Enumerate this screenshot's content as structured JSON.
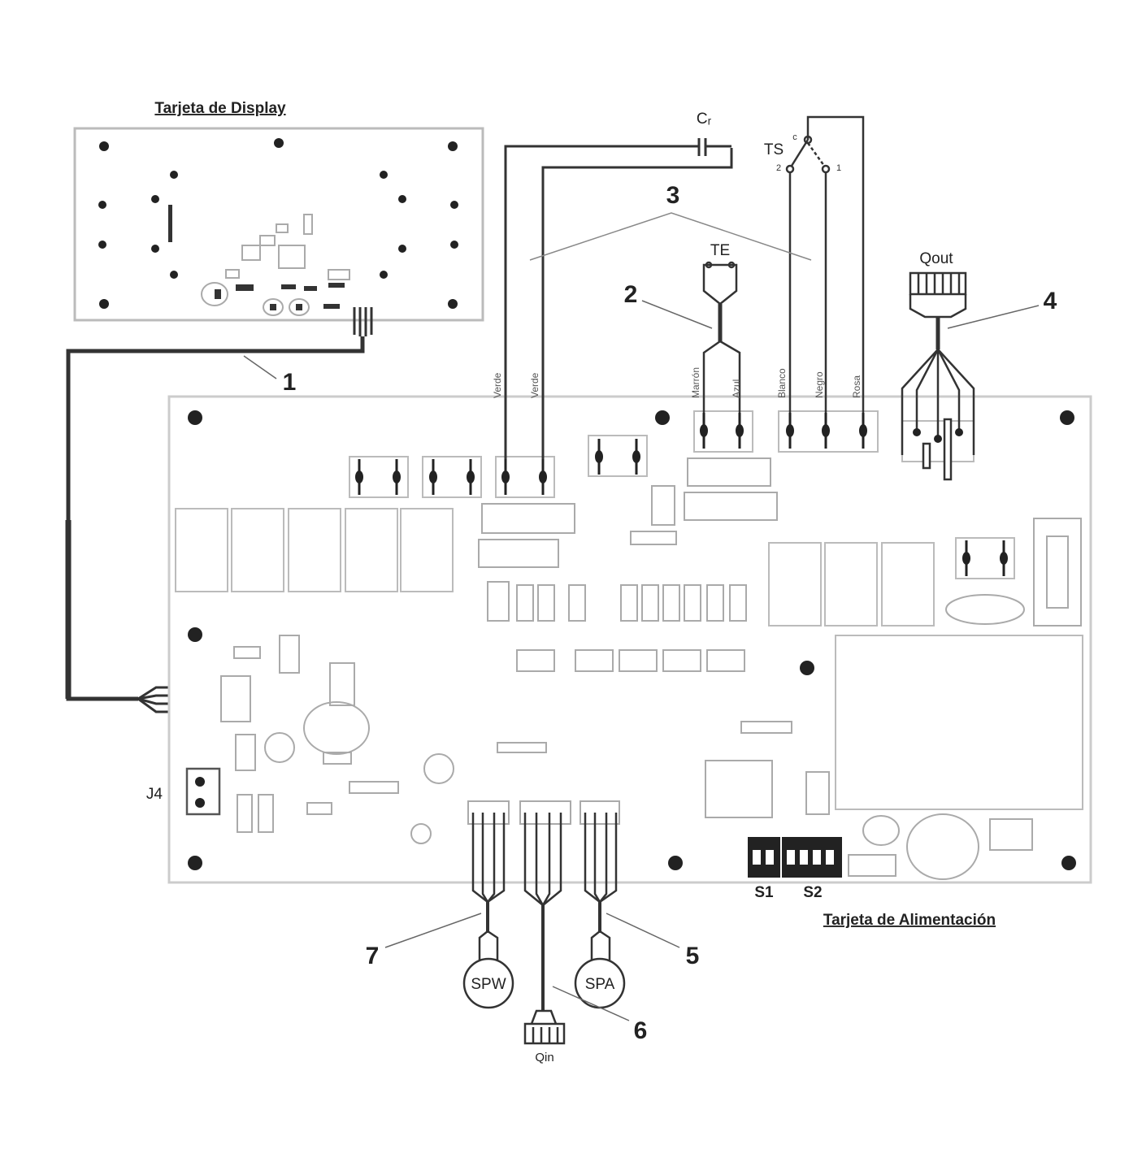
{
  "titles": {
    "display_board": "Tarjeta de Display",
    "power_board": "Tarjeta de Alimentación"
  },
  "callouts": [
    "1",
    "2",
    "3",
    "4",
    "5",
    "6",
    "7"
  ],
  "components": {
    "cr": "Cᵣ",
    "ts": "TS",
    "ts_c": "c",
    "ts_2": "2",
    "ts_1": "1",
    "te": "TE",
    "qout": "Qout",
    "qin": "Qin",
    "spw": "SPW",
    "spa": "SPA",
    "j4": "J4",
    "s1": "S1",
    "s2": "S2"
  },
  "wire_colors": [
    "Verde",
    "Verde",
    "Marrón",
    "Azul",
    "Blanco",
    "Negro",
    "Rosa"
  ]
}
